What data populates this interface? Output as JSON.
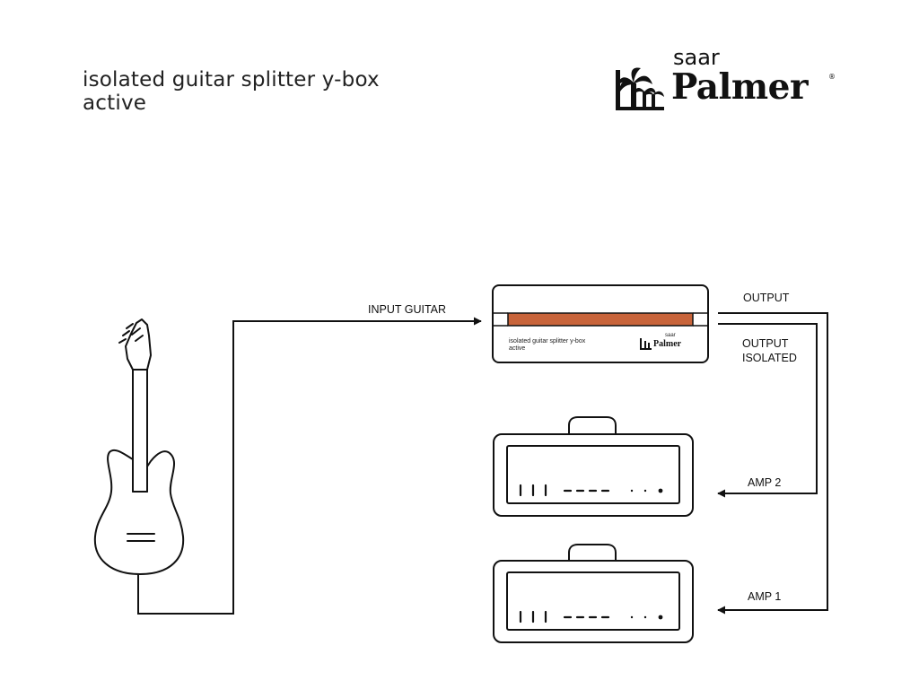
{
  "title": {
    "line1": "isolated guitar splitter y-box",
    "line2": "active"
  },
  "logo": {
    "small": "saar",
    "brand": "Palmer",
    "reg": "®",
    "icon": "palm-trees-icon"
  },
  "device": {
    "line1": "isolated guitar splitter y-box",
    "line2": "active",
    "small": "saar",
    "brand": "Palmer",
    "stripe_color": "#c8643a"
  },
  "labels": {
    "input_guitar": "INPUT GUITAR",
    "output": "OUTPUT",
    "output_isolated_1": "OUTPUT",
    "output_isolated_2": "ISOLATED",
    "amp2": "AMP 2",
    "amp1": "AMP 1"
  },
  "nodes": [
    {
      "id": "guitar",
      "icon": "electric-guitar-icon"
    },
    {
      "id": "splitter",
      "icon": "splitter-box-icon"
    },
    {
      "id": "amp2",
      "icon": "amplifier-icon"
    },
    {
      "id": "amp1",
      "icon": "amplifier-icon"
    }
  ],
  "edges": [
    {
      "from": "guitar",
      "to": "splitter",
      "label": "INPUT GUITAR"
    },
    {
      "from": "splitter",
      "to": "amp2",
      "label": "OUTPUT ISOLATED"
    },
    {
      "from": "splitter",
      "to": "amp1",
      "label": "OUTPUT"
    }
  ]
}
